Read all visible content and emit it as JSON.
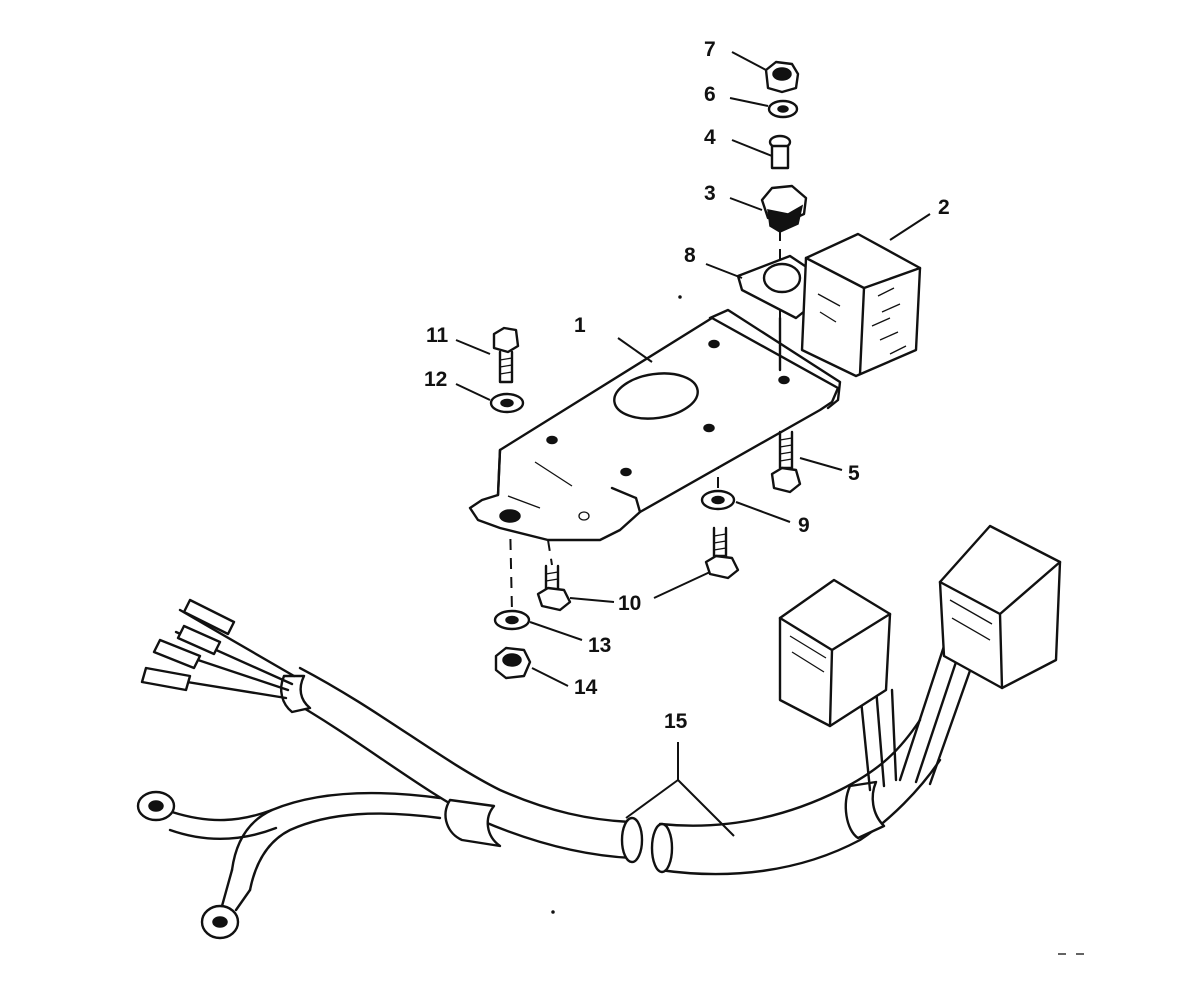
{
  "diagram": {
    "type": "exploded-parts-view",
    "callouts": [
      "1",
      "2",
      "3",
      "4",
      "5",
      "6",
      "7",
      "8",
      "9",
      "10",
      "11",
      "12",
      "13",
      "14",
      "15"
    ],
    "colors": {
      "line": "#111111",
      "background": "#ffffff"
    }
  }
}
